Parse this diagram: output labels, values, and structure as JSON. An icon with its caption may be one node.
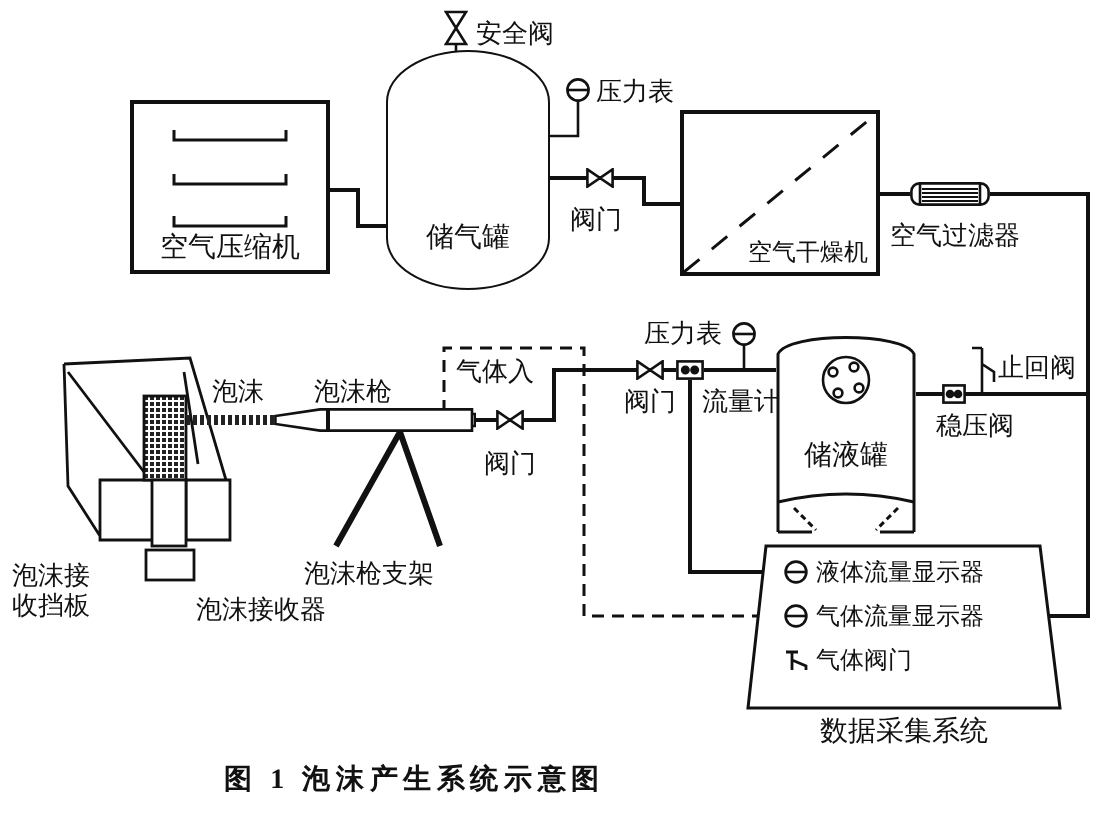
{
  "diagram": {
    "caption": "图 1 泡沫产生系统示意图",
    "nodes": [
      {
        "text": [
          "空气压缩机"
        ]
      },
      {
        "text": [
          "储气罐"
        ]
      },
      {
        "text": [
          "空气干燥机"
        ]
      },
      {
        "text": [],
        "shape": "cylinder",
        "beside": [
          "空气过滤器"
        ]
      },
      {
        "text": [],
        "shape": "picture",
        "beside": [
          "泡沫枪"
        ]
      },
      {
        "text": [],
        "shape": "box",
        "beside": [
          "流量计"
        ]
      },
      {
        "text": [
          "储液罐"
        ]
      },
      {
        "text": [
          "数据采集系统"
        ]
      },
      {
        "text": [
          "液体流量显示器"
        ],
        "in": 7
      },
      {
        "text": [
          "气体流量显示器"
        ],
        "in": 7
      },
      {
        "text": [
          "气体阀门"
        ],
        "in": 7
      }
    ],
    "edges": [
      {
        "from": 0,
        "to": 1,
        "arrow": "none"
      },
      {
        "from": 1,
        "to": 2,
        "arrow": "none"
      },
      {
        "from": 2,
        "to": 3,
        "arrow": "none"
      },
      {
        "from": 3,
        "to": 6,
        "arrow": "none"
      },
      {
        "from": 3,
        "to": 9,
        "arrow": "none"
      },
      {
        "from": 6,
        "to": 5,
        "arrow": "none"
      },
      {
        "from": 5,
        "to": 4,
        "arrow": "none"
      },
      {
        "from": 5,
        "to": 8,
        "arrow": "none"
      },
      {
        "from": 9,
        "to": 4,
        "arrow": "none",
        "style": "dashed",
        "label": "气体入"
      }
    ],
    "labels": [
      "安全阀",
      "压力表",
      "阀门",
      "压力表",
      "止回阀",
      "泡沫",
      "阀门",
      "稳压阀",
      "阀门",
      "泡沫接收挡板",
      "泡沫枪支架",
      "泡沫接收器"
    ]
  }
}
